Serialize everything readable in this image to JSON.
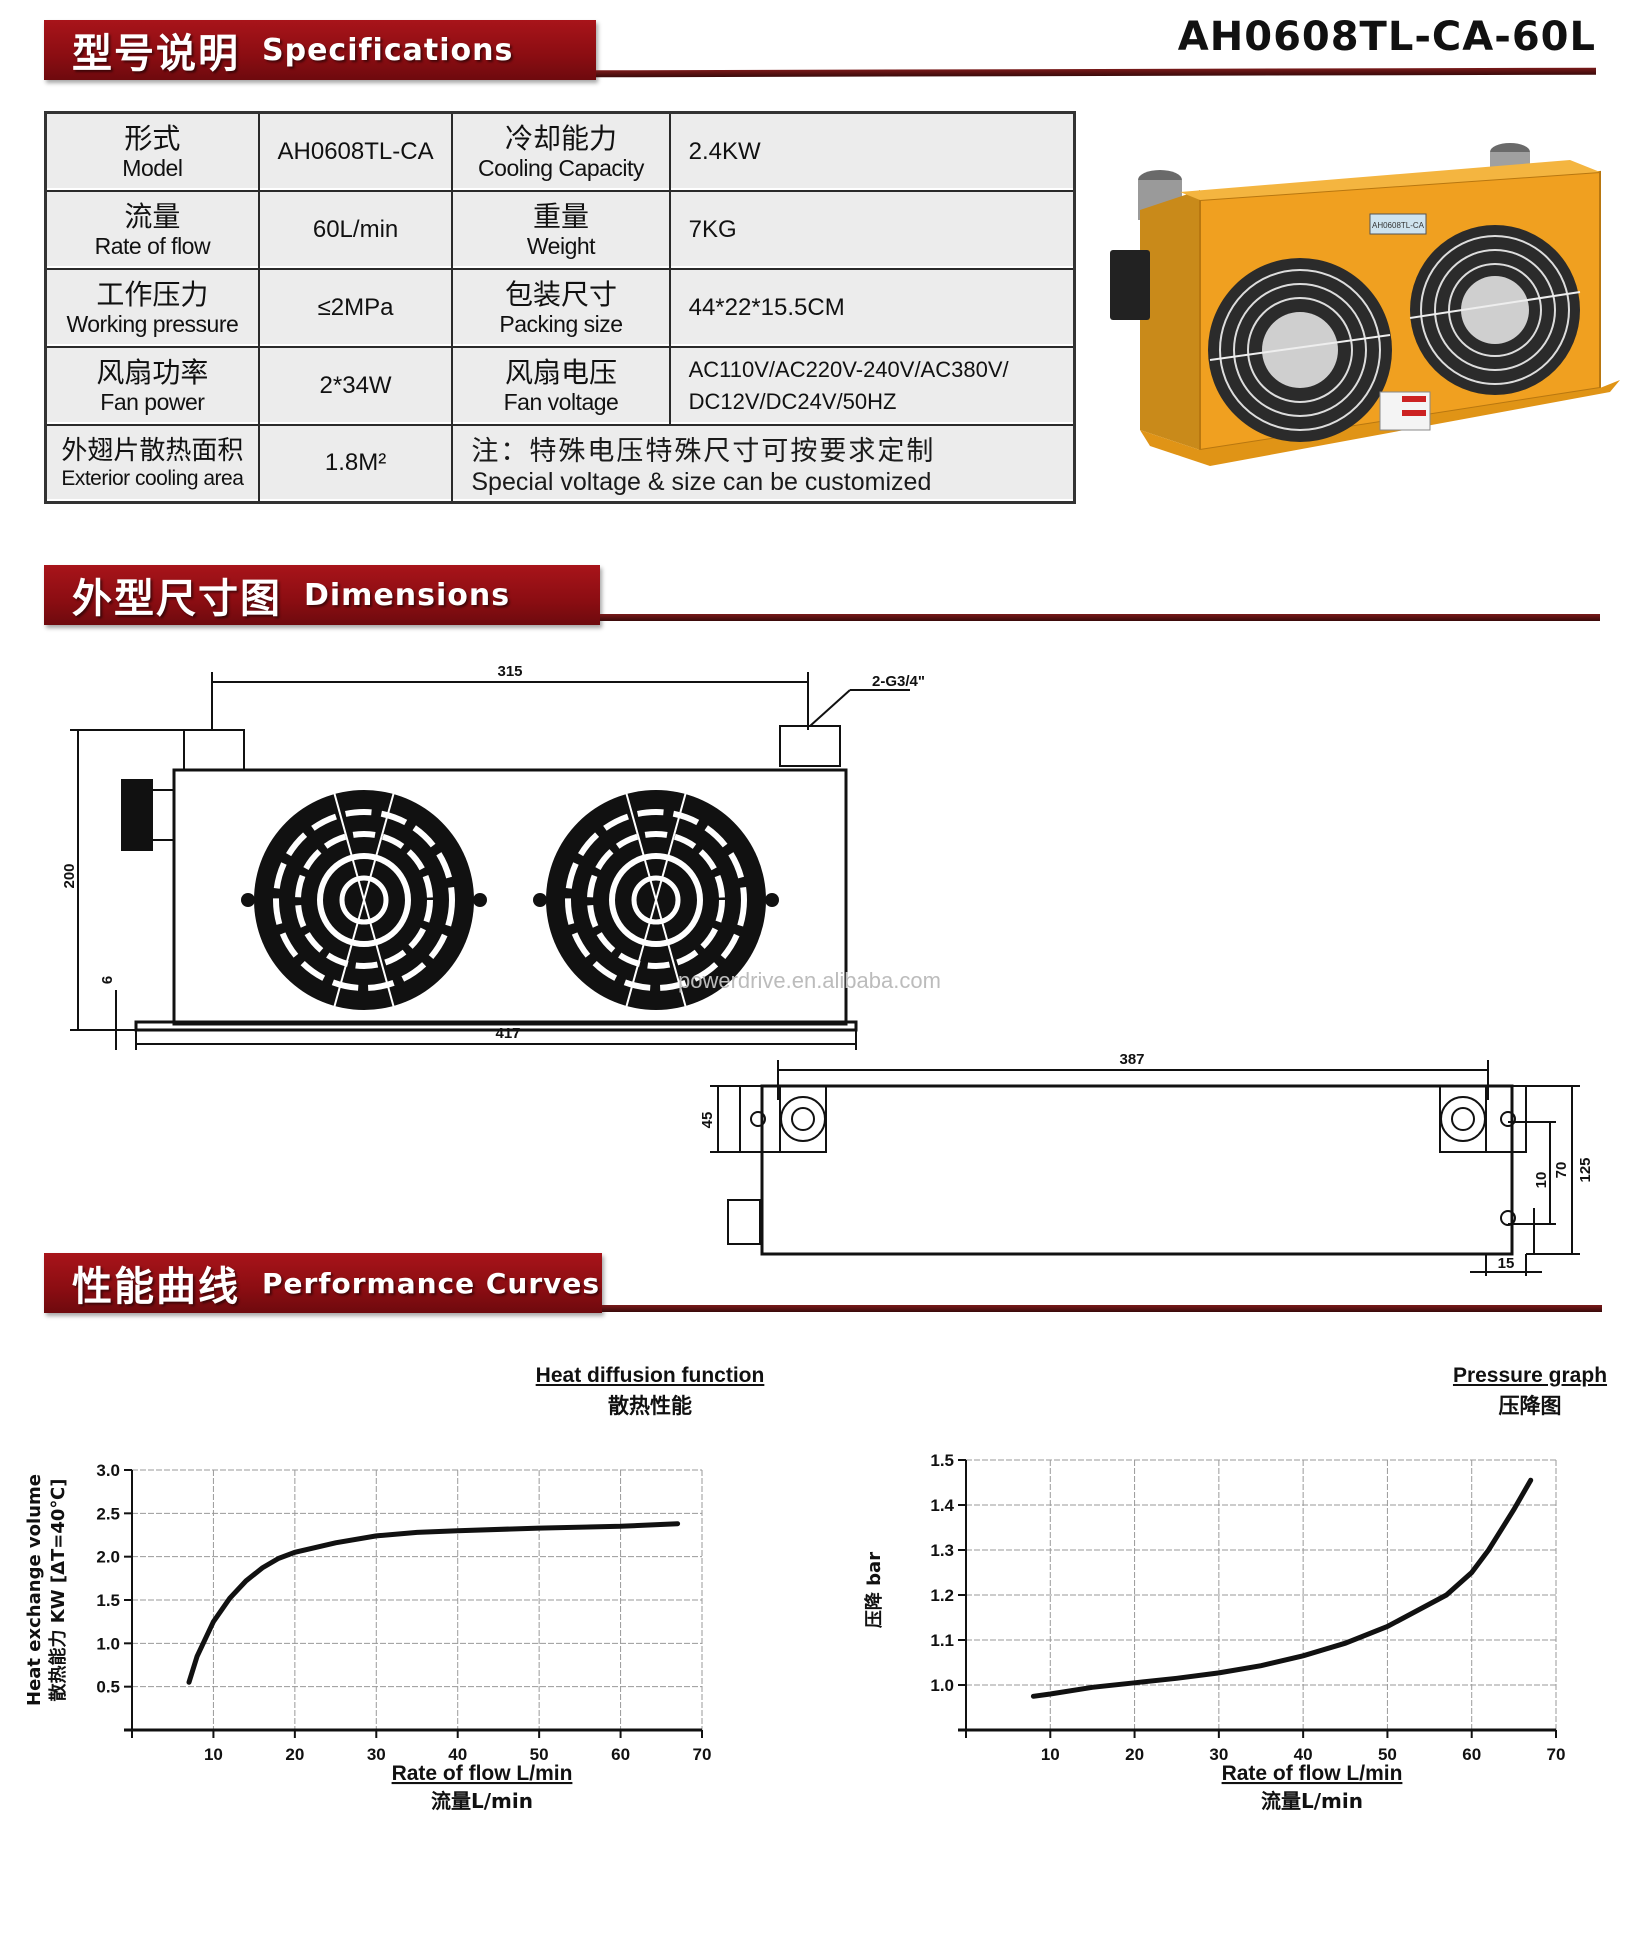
{
  "header": {
    "model_title": "AH0608TL-CA-60L"
  },
  "sections": {
    "specifications": {
      "cn": "型号说明",
      "en": "Specifications"
    },
    "dimensions": {
      "cn": "外型尺寸图",
      "en": "Dimensions"
    },
    "performance": {
      "cn": "性能曲线",
      "en": "Performance Curves"
    }
  },
  "spec_table": {
    "rows": [
      {
        "l1_cn": "形式",
        "l1_en": "Model",
        "v1": "AH0608TL-CA",
        "l2_cn": "冷却能力",
        "l2_en": "Cooling Capacity",
        "v2": "2.4KW"
      },
      {
        "l1_cn": "流量",
        "l1_en": "Rate of flow",
        "v1": "60L/min",
        "l2_cn": "重量",
        "l2_en": "Weight",
        "v2": "7KG"
      },
      {
        "l1_cn": "工作压力",
        "l1_en": "Working pressure",
        "v1": "≤2MPa",
        "l2_cn": "包装尺寸",
        "l2_en": "Packing size",
        "v2": "44*22*15.5CM"
      },
      {
        "l1_cn": "风扇功率",
        "l1_en": "Fan power",
        "v1": "2*34W",
        "l2_cn": "风扇电压",
        "l2_en": "Fan voltage",
        "v2_line1": "AC110V/AC220V-240V/AC380V/",
        "v2_line2": "DC12V/DC24V/50HZ"
      },
      {
        "l1_cn": "外翅片散热面积",
        "l1_en": "Exterior cooling area",
        "v1": "1.8M²",
        "note_cn": "注：特殊电压特殊尺寸可按要求定制",
        "note_en": "Special voltage & size can be customized"
      }
    ]
  },
  "photo": {
    "label_plate": "AH0608TL-CA",
    "body_color": "#f0a020"
  },
  "dimensions_drawing": {
    "front_view": {
      "port_spacing": "315",
      "port_thread": "2-G3/4\"",
      "height": "200",
      "foot_height": "6",
      "overall_length": "417"
    },
    "top_view": {
      "mount_spacing": "387",
      "flange_depth": "45",
      "overall_depth": "125",
      "hole_offset_70": "70",
      "hole_offset_10": "10",
      "foot_width": "15"
    },
    "watermark": "powerdrive.en.alibaba.com"
  },
  "chart_data": [
    {
      "type": "line",
      "title": "Heat diffusion function",
      "subtitle": "散热性能",
      "xlabel": "Rate of flow L/min",
      "xlabel_cn": "流量L/min",
      "ylabel": "Heat exchange volume",
      "ylabel_cn": "散热能力 KW [ΔT=40℃]",
      "xlim": [
        0,
        70
      ],
      "ylim": [
        0,
        3.0
      ],
      "xticks": [
        10,
        20,
        30,
        40,
        50,
        60,
        70
      ],
      "yticks": [
        0.5,
        1.0,
        1.5,
        2.0,
        2.5,
        3.0
      ],
      "grid": true,
      "series": [
        {
          "name": "Heat exchange",
          "x": [
            7,
            8,
            10,
            12,
            14,
            16,
            18,
            20,
            25,
            30,
            35,
            40,
            50,
            60,
            67
          ],
          "values": [
            0.55,
            0.85,
            1.25,
            1.52,
            1.72,
            1.87,
            1.98,
            2.05,
            2.16,
            2.24,
            2.28,
            2.3,
            2.33,
            2.35,
            2.38
          ]
        }
      ]
    },
    {
      "type": "line",
      "title": "Pressure graph",
      "subtitle": "压降图",
      "xlabel": "Rate of flow L/min",
      "xlabel_cn": "流量L/min",
      "ylabel": "压降 bar",
      "xlim": [
        0,
        70
      ],
      "ylim": [
        0.9,
        1.5
      ],
      "xticks": [
        10,
        20,
        30,
        40,
        50,
        60,
        70
      ],
      "yticks": [
        1.0,
        1.1,
        1.2,
        1.3,
        1.4,
        1.5
      ],
      "grid": true,
      "series": [
        {
          "name": "Pressure drop",
          "x": [
            8,
            10,
            15,
            20,
            25,
            30,
            35,
            40,
            45,
            50,
            55,
            57,
            60,
            62,
            65,
            67
          ],
          "values": [
            0.975,
            0.98,
            0.995,
            1.005,
            1.015,
            1.027,
            1.043,
            1.065,
            1.093,
            1.13,
            1.18,
            1.2,
            1.25,
            1.3,
            1.39,
            1.455
          ]
        }
      ]
    }
  ]
}
